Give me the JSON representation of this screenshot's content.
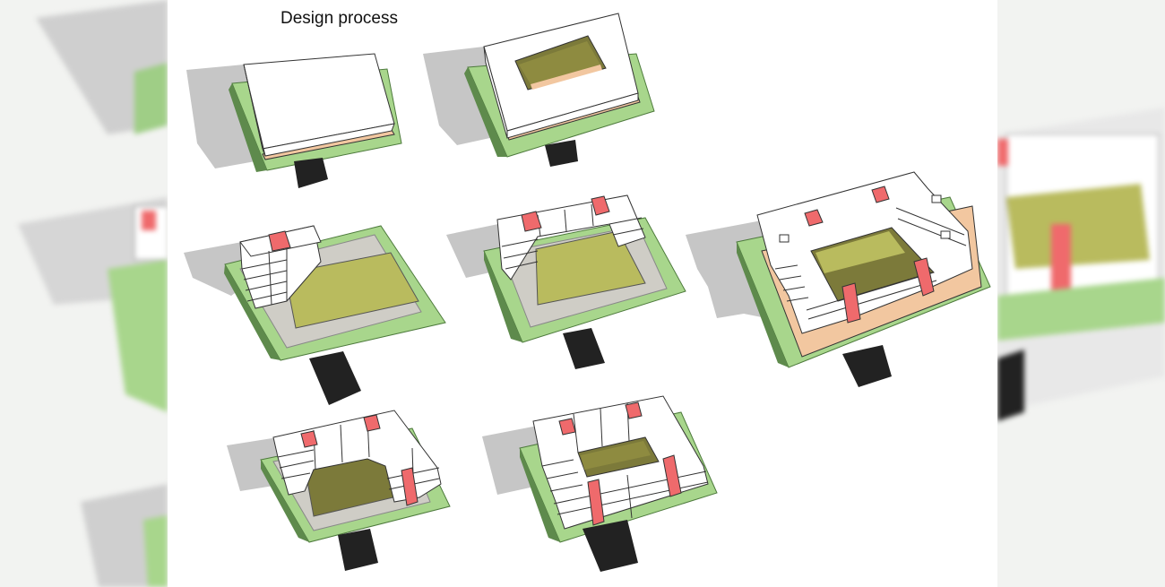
{
  "title": "Design process",
  "colors": {
    "ground": "#a8d68c",
    "ground_edge": "#4d7a3c",
    "ground_dark": "#5e8a4c",
    "courtyard": "#b9bb5e",
    "courtyard_dark": "#7c7a3a",
    "paving": "#cfcdc6",
    "shadow": "#c6c6c6",
    "massing": "#ffffff",
    "stroke": "#333333",
    "core": "#222222",
    "accent": "#ef6a6c",
    "podium": "#f2c7a0"
  },
  "steps": [
    {
      "id": "step-1",
      "label": "",
      "stage": "solid-block"
    },
    {
      "id": "step-2",
      "label": "",
      "stage": "hollow-block"
    },
    {
      "id": "step-3",
      "label": "",
      "stage": "first-wing"
    },
    {
      "id": "step-4",
      "label": "",
      "stage": "l-wing"
    },
    {
      "id": "step-5",
      "label": "",
      "stage": "final-ring"
    },
    {
      "id": "step-6",
      "label": "",
      "stage": "u-wing"
    },
    {
      "id": "step-7",
      "label": "",
      "stage": "closed-ring"
    }
  ]
}
